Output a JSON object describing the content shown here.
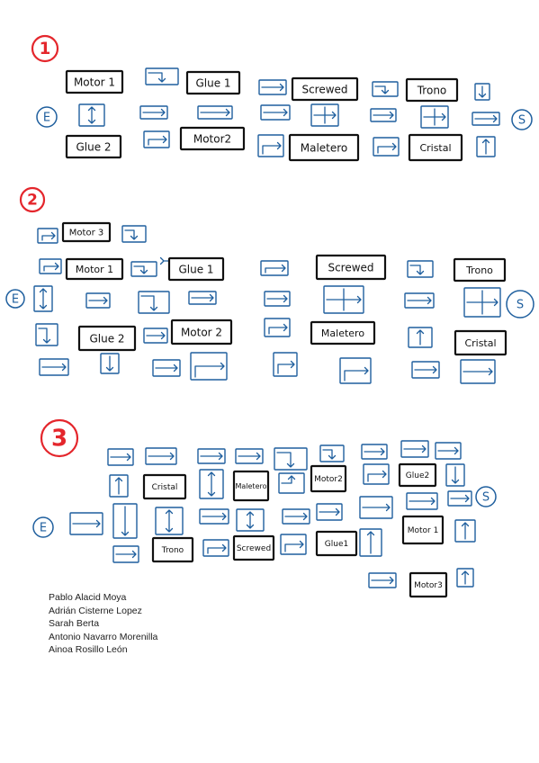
{
  "sections": [
    {
      "number": "1",
      "entry_label": "E",
      "exit_label": "S",
      "stations": [
        "Motor 1",
        "Glue 1",
        "Screwed",
        "Trono",
        "Glue 2",
        "Motor2",
        "Maletero",
        "Cristal"
      ]
    },
    {
      "number": "2",
      "entry_label": "E",
      "exit_label": "S",
      "stations": [
        "Motor 3",
        "Motor 1",
        "Glue 1",
        "Screwed",
        "Trono",
        "Glue 2",
        "Motor 2",
        "Maletero",
        "Cristal"
      ]
    },
    {
      "number": "3",
      "entry_label": "E",
      "exit_label": "S",
      "stations": [
        "Cristal",
        "Maletero",
        "Motor2",
        "Glue2",
        "Trono",
        "Screwed",
        "Glue1",
        "Motor 1",
        "Motor3"
      ]
    }
  ],
  "authors": [
    "Pablo Alacid Moya",
    "Adrián Cisterne Lopez",
    "Sarah Berta",
    "Antonio Navarro Morenilla",
    "Ainoa Rosillo León"
  ],
  "colors": {
    "section_number": "#e4262c",
    "conveyor": "#1f5f9e",
    "station": "#111111",
    "authors": "#222222"
  }
}
